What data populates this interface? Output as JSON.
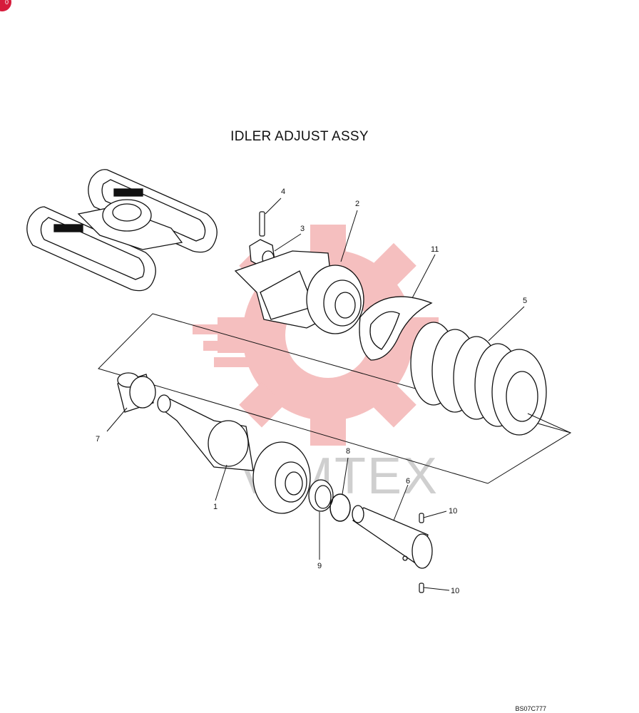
{
  "title": "IDLER ADJUST ASSY",
  "drawing_code": "BS07C777",
  "watermark_text": "VIMTEX",
  "badge": "0",
  "callouts": [
    "1",
    "2",
    "3",
    "4",
    "5",
    "6",
    "7",
    "8",
    "9",
    "10",
    "10",
    "11"
  ],
  "colors": {
    "line": "#111111",
    "watermark": "#f2b4b4",
    "badge": "#d61c3c"
  }
}
